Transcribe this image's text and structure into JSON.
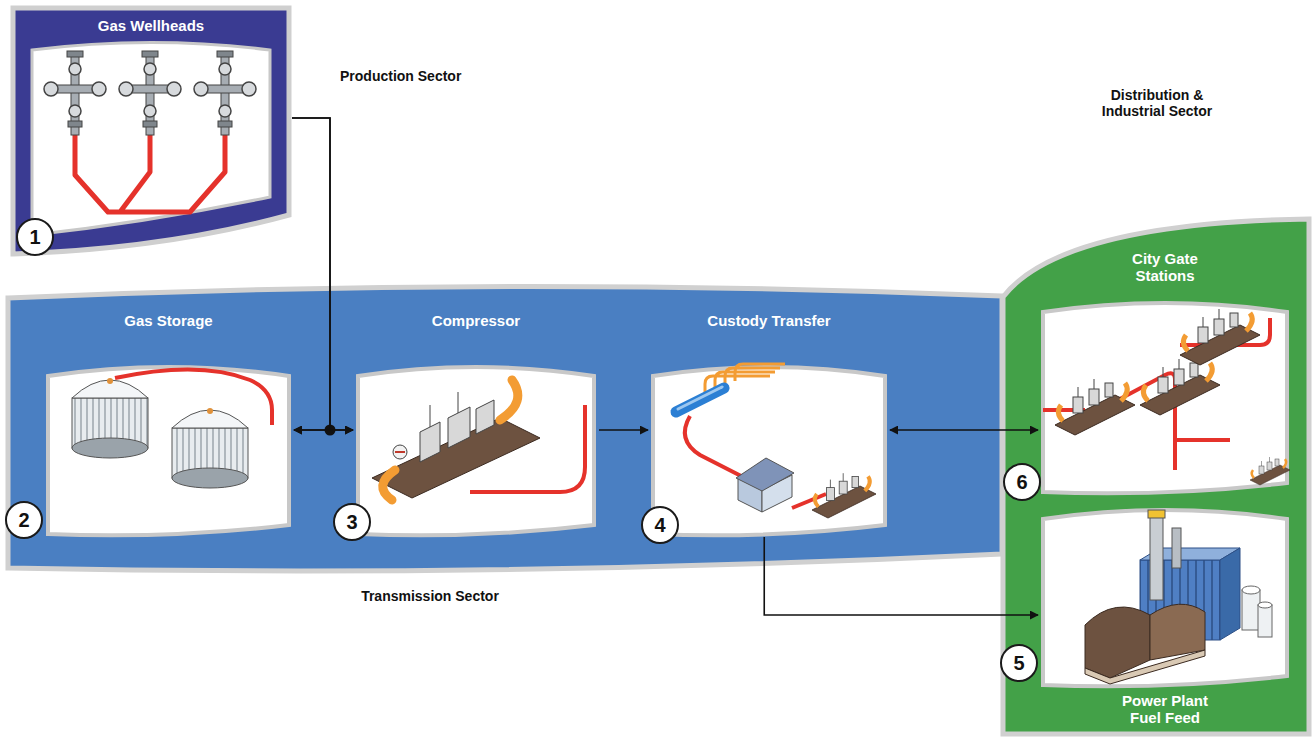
{
  "diagram": {
    "nodes": [
      {
        "text": [
          "Gas Wellheads",
          "Production Sector"
        ]
      },
      {
        "text": [
          "Transmission Sector"
        ]
      },
      {
        "text": [
          "Gas Storage"
        ],
        "in": 1
      },
      {
        "text": [
          "Compressor"
        ],
        "in": 1
      },
      {
        "text": [
          "Custody Transfer"
        ],
        "in": 1
      },
      {
        "text": [
          "Distribution & Industrial Sector"
        ]
      },
      {
        "text": [
          "City Gate Stations"
        ],
        "in": 5
      },
      {
        "text": [
          "Power Plant Fuel Feed"
        ],
        "in": 5
      }
    ],
    "edges": [
      {
        "from": 0,
        "to": 2,
        "arrow": "to"
      },
      {
        "from": 0,
        "to": 3,
        "arrow": "to"
      },
      {
        "from": 2,
        "to": 3,
        "arrow": "both"
      },
      {
        "from": 3,
        "to": 4,
        "arrow": "to"
      },
      {
        "from": 4,
        "to": 6,
        "arrow": "both"
      },
      {
        "from": 4,
        "to": 7,
        "arrow": "to"
      }
    ],
    "labels": [
      "1",
      "2",
      "3",
      "4",
      "5",
      "6"
    ]
  }
}
